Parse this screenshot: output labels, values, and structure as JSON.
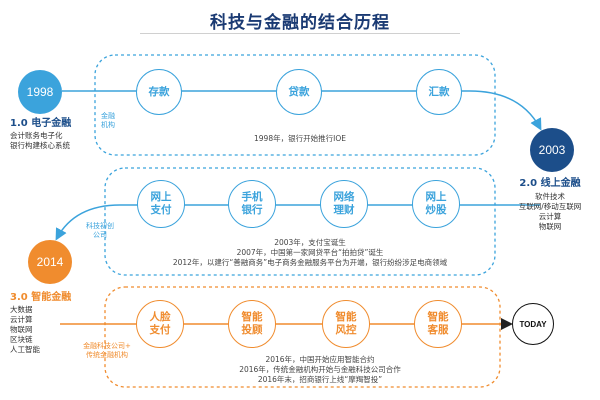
{
  "title": "科技与金融的结合历程",
  "colors": {
    "blue": "#3ba3dc",
    "orange": "#f08c2e",
    "navy": "#1a3a73",
    "dark_blue": "#1c4e8a"
  },
  "phases": [
    {
      "year": "1998",
      "title": "1.0 电子金融",
      "sub": [
        "会计账务电子化",
        "银行构建核心系统"
      ],
      "side_label": [
        "金融",
        "机构"
      ],
      "nodes": [
        [
          "存款"
        ],
        [
          "贷款"
        ],
        [
          "汇款"
        ]
      ],
      "captions": [
        "1998年，银行开始推行IOE"
      ]
    },
    {
      "year": "2003",
      "title": "2.0 线上金融",
      "sub": [
        "软件技术",
        "互联网/移动互联网",
        "云计算",
        "物联网"
      ],
      "side_label": [
        "科技初创",
        "公司"
      ],
      "nodes": [
        [
          "网上",
          "支付"
        ],
        [
          "手机",
          "银行"
        ],
        [
          "网络",
          "理财"
        ],
        [
          "网上",
          "炒股"
        ]
      ],
      "captions": [
        "2003年，支付宝诞生",
        "2007年，中国第一家网贷平台“拍拍贷”诞生",
        "2012年，以建行“善融商务”电子商务金融服务平台为开端，银行纷纷涉足电商领域"
      ]
    },
    {
      "year": "2014",
      "title": "3.0 智能金融",
      "sub": [
        "大数据",
        "云计算",
        "物联网",
        "区块链",
        "人工智能"
      ],
      "side_label": [
        "金融科技公司+",
        "传统金融机构"
      ],
      "nodes": [
        [
          "人脸",
          "支付"
        ],
        [
          "智能",
          "投顾"
        ],
        [
          "智能",
          "风控"
        ],
        [
          "智能",
          "客服"
        ]
      ],
      "captions": [
        "2016年，中国开始应用智能合约",
        "2016年，传统金融机构开始与金融科技公司合作",
        "2016年末，招商银行上线“摩羯智投”"
      ]
    }
  ],
  "today": "TODAY"
}
